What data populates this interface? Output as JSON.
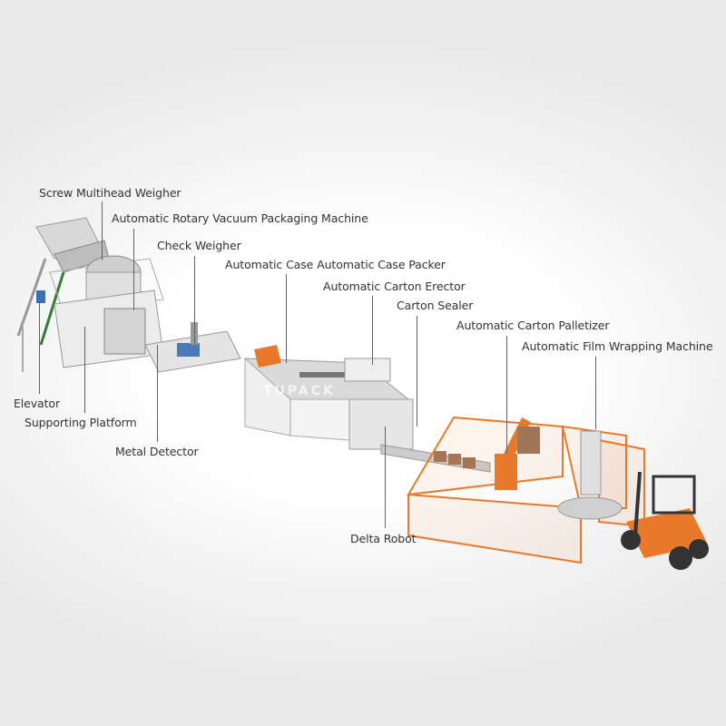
{
  "labels": {
    "screw_multihead_weigher": "Screw Multihead Weigher",
    "rotary_vacuum": "Automatic Rotary Vacuum Packaging Machine",
    "check_weigher": "Check Weigher",
    "case_packer": "Automatic Case Automatic Case Packer",
    "carton_erector": "Automatic Carton Erector",
    "carton_sealer": "Carton Sealer",
    "carton_palletizer": "Automatic Carton Palletizer",
    "film_wrapping": "Automatic Film Wrapping Machine",
    "elevator": "Elevator",
    "supporting_platform": "Supporting Platform",
    "metal_detector": "Metal Detector",
    "delta_robot": "Delta Robot"
  },
  "watermark": "TUPACK",
  "colors": {
    "accent_orange": "#e8782a",
    "machine_gray": "#c8c8c8",
    "leader_line": "#6b5f5a"
  }
}
